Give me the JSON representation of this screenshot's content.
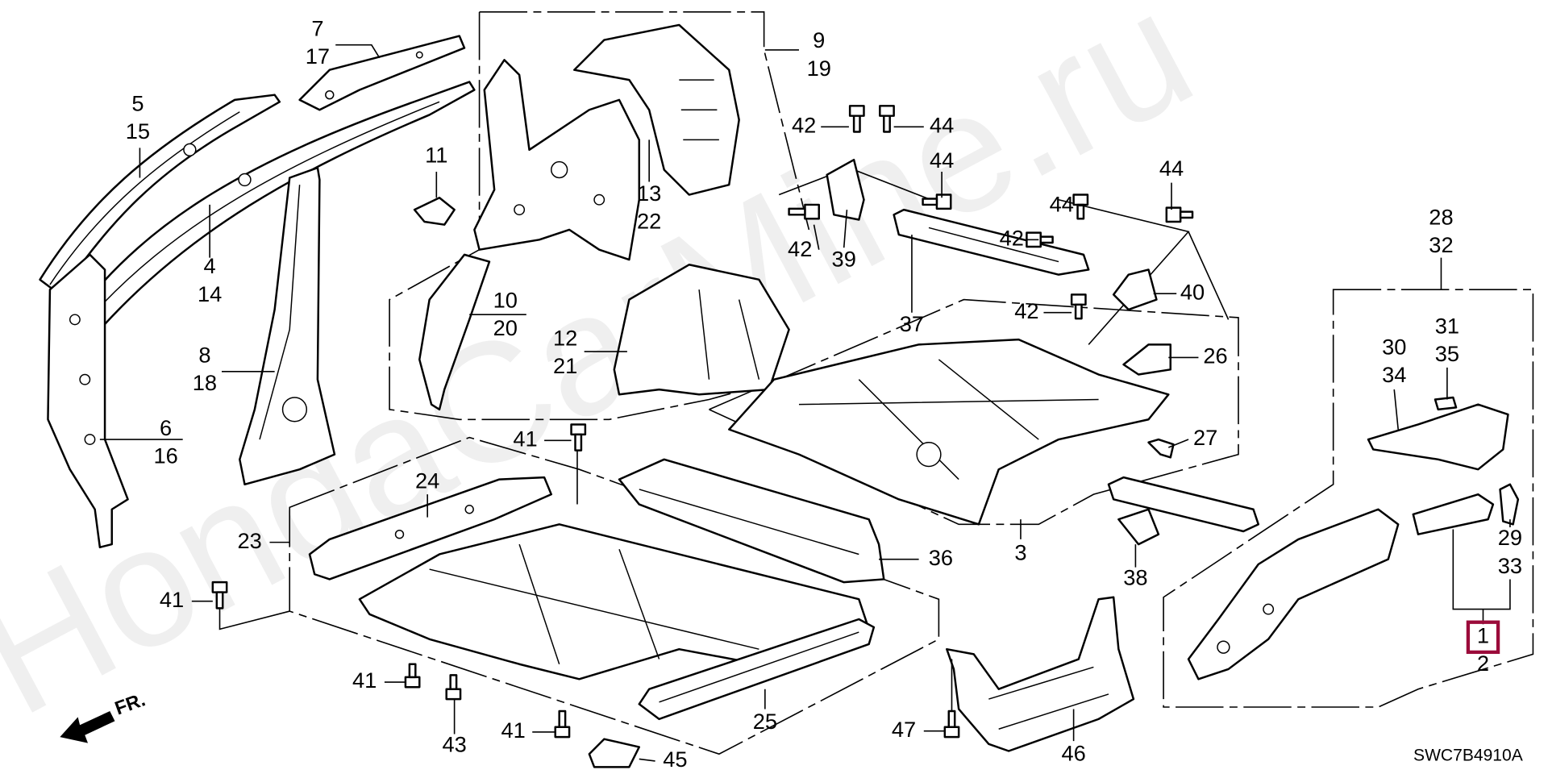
{
  "diagram": {
    "watermark": "HondaCarMine.ru",
    "diagram_code": "SWC7B4910A",
    "direction_label": "FR.",
    "highlight_color": "#9b0b3a",
    "highlighted_part": "1",
    "callouts": {
      "c7": "7",
      "c17": "17",
      "c5": "5",
      "c15": "15",
      "c4": "4",
      "c14": "14",
      "c11": "11",
      "c9": "9",
      "c19": "19",
      "c13": "13",
      "c22": "22",
      "c10": "10",
      "c20": "20",
      "c12": "12",
      "c21": "21",
      "c8": "8",
      "c18": "18",
      "c6": "6",
      "c16": "16",
      "c42a": "42",
      "c42b": "42",
      "c42c": "42",
      "c42d": "42",
      "c44a": "44",
      "c44b": "44",
      "c44c": "44",
      "c44d": "44",
      "c39": "39",
      "c37": "37",
      "c40": "40",
      "c26": "26",
      "c27": "27",
      "c3": "3",
      "c28": "28",
      "c32": "32",
      "c31": "31",
      "c35": "35",
      "c30": "30",
      "c34": "34",
      "c29": "29",
      "c33": "33",
      "c1": "1",
      "c2": "2",
      "c36": "36",
      "c38": "38",
      "c24": "24",
      "c23": "23",
      "c41a": "41",
      "c41b": "41",
      "c41c": "41",
      "c41d": "41",
      "c43": "43",
      "c45": "45",
      "c25": "25",
      "c46": "46",
      "c47": "47"
    }
  }
}
